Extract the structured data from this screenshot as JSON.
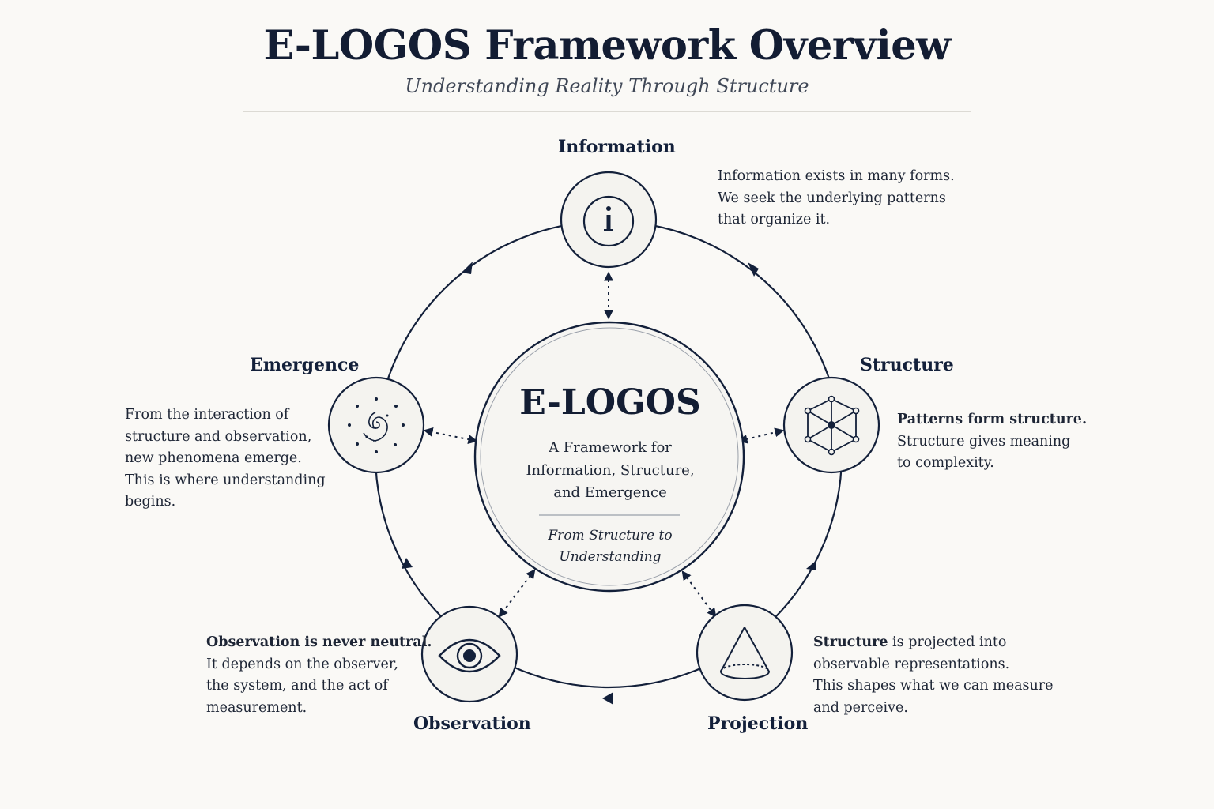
{
  "header": {
    "title": "E-LOGOS Framework Overview",
    "subtitle": "Understanding Reality Through Structure"
  },
  "center": {
    "title": "E-LOGOS",
    "subtitle_lines": [
      "A Framework for",
      "Information, Structure,",
      "and Emergence"
    ],
    "tagline_lines": [
      "From Structure to",
      "Understanding"
    ]
  },
  "nodes": {
    "information": {
      "label": "Information",
      "icon": "info-icon",
      "description": [
        "Information exists in many forms.",
        "We seek the underlying patterns",
        "that organize it."
      ]
    },
    "structure": {
      "label": "Structure",
      "icon": "cube-network-icon",
      "description_lead": "Patterns form ",
      "description_bold": "structure.",
      "description": [
        "Structure gives meaning",
        "to complexity."
      ]
    },
    "projection": {
      "label": "Projection",
      "icon": "cone-icon",
      "description_bold": "Structure",
      "description_lead": " is projected into",
      "description": [
        "observable representations.",
        "This shapes what we can measure",
        "and perceive."
      ]
    },
    "observation": {
      "label": "Observation",
      "icon": "eye-icon",
      "description_bold": "Observation is never neutral.",
      "description": [
        "It depends on the observer,",
        "the system, and the act of",
        "measurement."
      ]
    },
    "emergence": {
      "label": "Emergence",
      "icon": "spiral-galaxy-icon",
      "description": [
        "From the interaction of",
        "structure and observation,",
        "new phenomena emerge.",
        "This is where understanding",
        "begins."
      ]
    }
  },
  "colors": {
    "ink": "#13203a",
    "background": "#faf9f6",
    "node_fill": "#f4f3ef"
  }
}
